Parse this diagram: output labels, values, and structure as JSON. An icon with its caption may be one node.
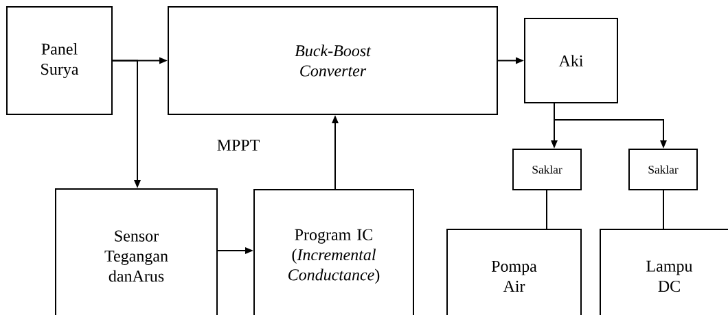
{
  "diagram": {
    "nodes": [
      {
        "text": [
          "Panel Surya"
        ]
      },
      {
        "text": [
          "Buck-Boost Converter"
        ]
      },
      {
        "text": [
          "Aki"
        ]
      },
      {
        "text": [
          "Saklar"
        ]
      },
      {
        "text": [
          "Saklar"
        ]
      },
      {
        "text": [
          "Sensor Tegangan danArus"
        ]
      },
      {
        "text": [
          "Program IC (*Incremental Conductance*)"
        ]
      },
      {
        "text": [
          "Pompa Air"
        ]
      },
      {
        "text": [
          "Lampu DC"
        ]
      }
    ],
    "edges": [
      {
        "from": 0,
        "to": 1,
        "arrow": "to"
      },
      {
        "from": 0,
        "to": 5,
        "arrow": "to"
      },
      {
        "from": 5,
        "to": 6,
        "arrow": "to"
      },
      {
        "from": 6,
        "to": 1,
        "arrow": "to"
      },
      {
        "from": 1,
        "to": 2,
        "arrow": "to"
      },
      {
        "from": 2,
        "to": 3,
        "arrow": "to"
      },
      {
        "from": 2,
        "to": 4,
        "arrow": "to"
      },
      {
        "from": 3,
        "to": 7,
        "arrow": "none"
      },
      {
        "from": 4,
        "to": 8,
        "arrow": "none"
      }
    ],
    "labels": [
      "MPPT"
    ]
  }
}
